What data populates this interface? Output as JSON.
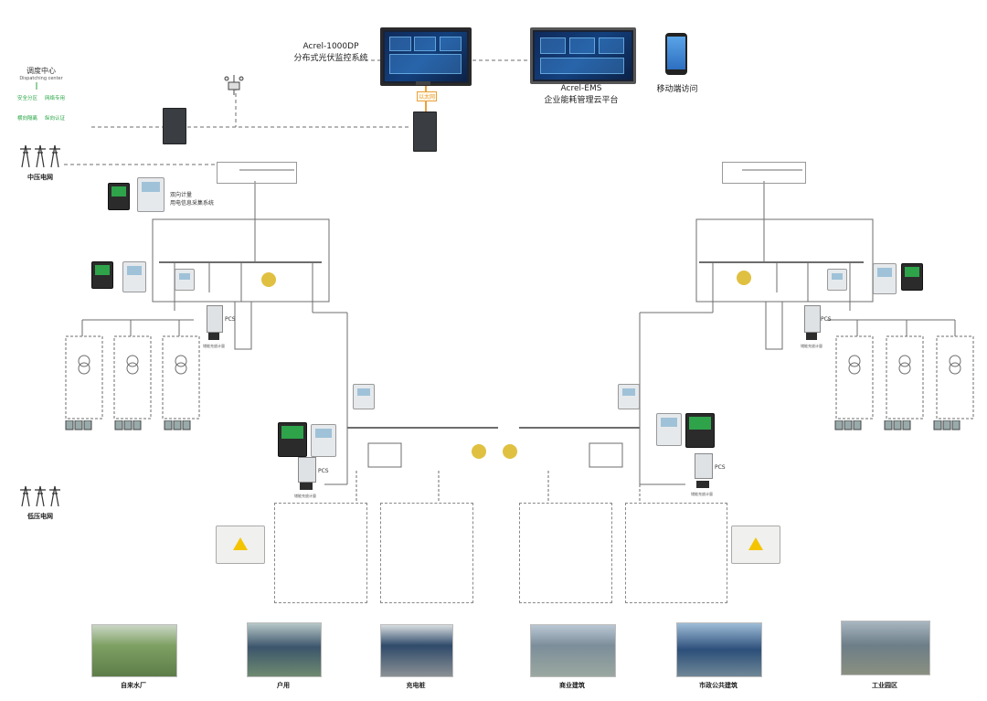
{
  "center": {
    "monitor_model": "Acrel-1000DP",
    "monitor_name": "分布式光伏监控系统",
    "ems_model": "Acrel-EMS",
    "ems_name": "企业能耗管理云平台",
    "mobile_label": "移动端访问",
    "link_label": "以太网"
  },
  "dispatch": {
    "title_cn": "调度中心",
    "title_en": "Dispatching center",
    "items": [
      "安全分区",
      "网络专用",
      "横向隔离",
      "纵向认证"
    ]
  },
  "grid": {
    "medium_voltage": "中压电网",
    "low_voltage": "低压电网"
  },
  "metering_label": [
    "双向计量",
    "用电信息采集系统"
  ],
  "pcs_label": "PCS",
  "storage_label": "储能充放计量",
  "sites": [
    {
      "label": "自来水厂"
    },
    {
      "label": "户用"
    },
    {
      "label": "充电桩"
    },
    {
      "label": "商业建筑"
    },
    {
      "label": "市政公共建筑"
    },
    {
      "label": "工业园区"
    }
  ],
  "colors": {
    "line": "#6d6d6d",
    "link": "#e8a13a",
    "green_text": "#27a544",
    "warning": "#f4c400",
    "relay_display": "#2ea34a"
  }
}
